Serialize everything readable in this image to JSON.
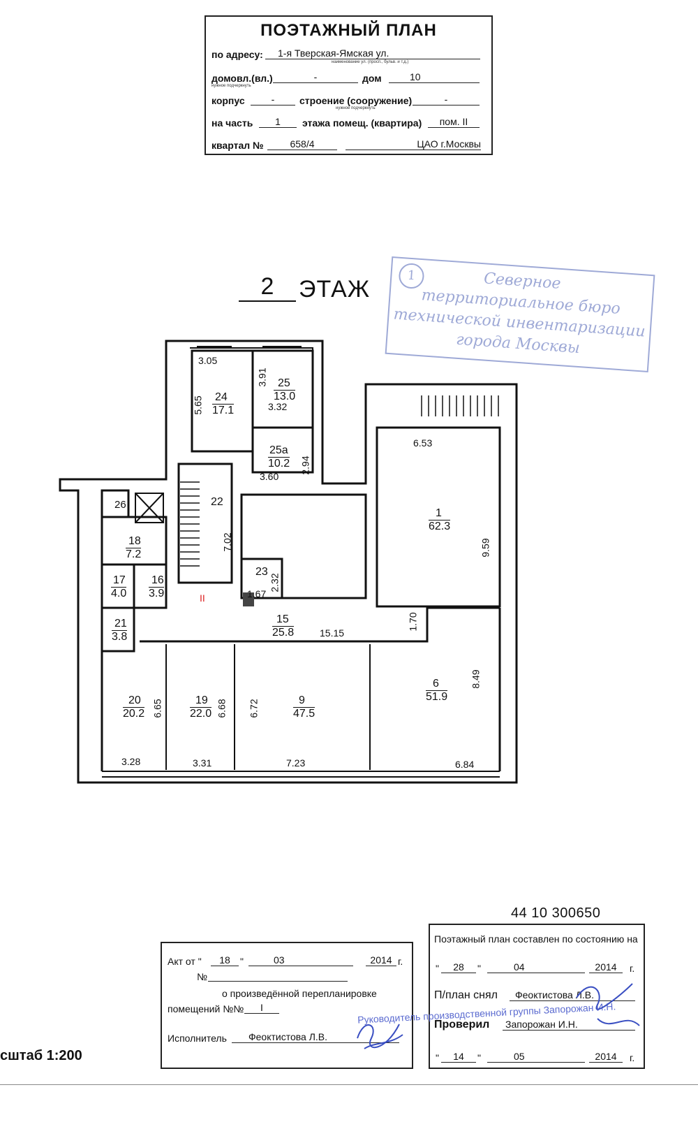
{
  "header": {
    "title": "ПОЭТАЖНЫЙ ПЛАН",
    "address_label": "по адресу:",
    "address_value": "1-я Тверская-Ямская ул.",
    "address_hint": "наименование ул. (просп., бульв. и т.д.)",
    "domovl_label": "домовл.(вл.)",
    "domovl_value": "-",
    "dom_label": "дом",
    "dom_value": "10",
    "hint_underline_1": "нужное подчеркнуть",
    "korpus_label": "корпус",
    "korpus_value": "-",
    "stroenie_label": "строение (сооружение)",
    "stroenie_value": "-",
    "hint_underline_2": "нужное подчеркнуть",
    "chast_label": "на часть",
    "chast_value": "1",
    "etazh_label": "этажа помещ. (квартира)",
    "pom_value": "пом. II",
    "kvartal_label": "квартал №",
    "kvartal_value": "658/4",
    "district_value": "ЦАО г.Москвы"
  },
  "floor": {
    "number": "2",
    "label": "ЭТАЖ"
  },
  "stamp": {
    "number": "1",
    "lines": [
      "Северное",
      "территориальное бюро",
      "технической инвентаризации",
      "города Москвы"
    ]
  },
  "rooms": [
    {
      "num": "24",
      "area": "17.1"
    },
    {
      "num": "25",
      "area": "13.0"
    },
    {
      "num": "25а",
      "area": "10.2"
    },
    {
      "num": "1",
      "area": "62.3"
    },
    {
      "num": "26",
      "area": ""
    },
    {
      "num": "22",
      "area": ""
    },
    {
      "num": "18",
      "area": "7.2"
    },
    {
      "num": "17",
      "area": "4.0"
    },
    {
      "num": "16",
      "area": "3.9"
    },
    {
      "num": "23",
      "area": ""
    },
    {
      "num": "21",
      "area": "3.8"
    },
    {
      "num": "15",
      "area": "25.8"
    },
    {
      "num": "20",
      "area": "20.2"
    },
    {
      "num": "19",
      "area": "22.0"
    },
    {
      "num": "9",
      "area": "47.5"
    },
    {
      "num": "6",
      "area": "51.9"
    }
  ],
  "dimensions": [
    "3.05",
    "5.65",
    "3.91",
    "3.32",
    "2.94",
    "3.60",
    "6.53",
    "9.59",
    "7.02",
    "2.32",
    "1.67",
    "1.70",
    "15.15",
    "8.49",
    "6.65",
    "6.68",
    "6.72",
    "3.28",
    "3.31",
    "7.23",
    "6.84"
  ],
  "roman_mark": "II",
  "doc_number": "44 10 300650",
  "scale_label": "сштаб 1:200",
  "act_box": {
    "act_label": "Акт от",
    "act_day": "18",
    "act_month": "03",
    "act_year": "2014",
    "year_suffix": "г.",
    "no_label": "№",
    "no_value": "",
    "redevelopment_text": "о произведённой перепланировке",
    "rooms_label": "помещений №№",
    "rooms_value": "I",
    "executor_label": "Исполнитель",
    "executor_value": "Феоктистова Л.В."
  },
  "status_box": {
    "title": "Поэтажный план составлен по состоянию на",
    "day": "28",
    "month": "04",
    "year": "2014",
    "year_suffix": "г.",
    "taken_label": "П/план снял",
    "taken_value": "Феоктистова Л.В.",
    "stamp_line": "Руководитель производственной группы Запорожан И.Н.",
    "checked_label": "Проверил",
    "checked_value": "Запорожан И.Н.",
    "check_day": "14",
    "check_month": "05",
    "check_year": "2014",
    "check_suffix": "г."
  }
}
